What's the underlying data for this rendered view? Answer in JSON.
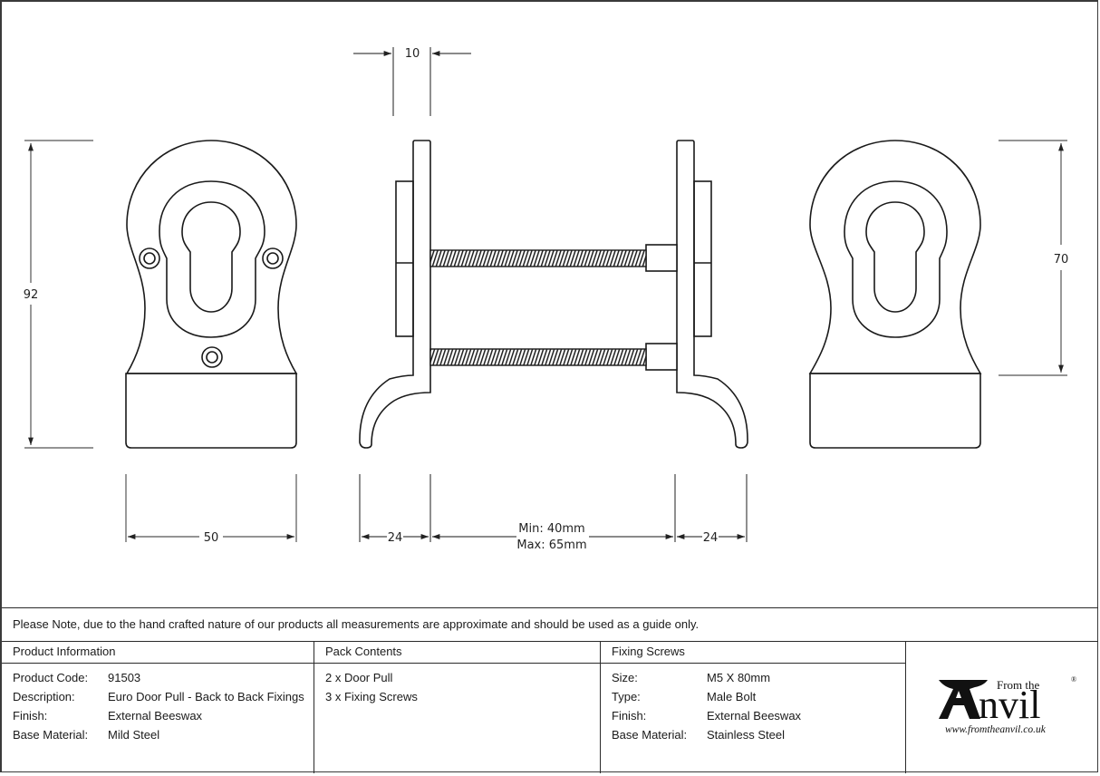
{
  "drawing": {
    "dimensions": {
      "plate_thickness": "10",
      "overall_height": "92",
      "backplate_height": "70",
      "plate_width": "50",
      "left_projection": "24",
      "right_projection": "24",
      "door_min": "Min: 40mm",
      "door_max": "Max: 65mm"
    },
    "views": [
      "front-view-with-fixings",
      "side-view-assembly",
      "rear-view"
    ]
  },
  "note": "Please Note, due to the hand crafted nature of our products all measurements are approximate and should be used as a guide only.",
  "product_information": {
    "heading": "Product Information",
    "rows": [
      {
        "label": "Product Code:",
        "value": "91503"
      },
      {
        "label": "Description:",
        "value": "Euro Door Pull - Back to Back Fixings"
      },
      {
        "label": "Finish:",
        "value": "External Beeswax"
      },
      {
        "label": "Base Material:",
        "value": "Mild Steel"
      }
    ]
  },
  "pack_contents": {
    "heading": "Pack Contents",
    "items": [
      "2 x Door Pull",
      "3 x Fixing Screws"
    ]
  },
  "fixing_screws": {
    "heading": "Fixing Screws",
    "rows": [
      {
        "label": "Size:",
        "value": "M5 X 80mm"
      },
      {
        "label": "Type:",
        "value": "Male Bolt"
      },
      {
        "label": "Finish:",
        "value": "External Beeswax"
      },
      {
        "label": "Base Material:",
        "value": "Stainless Steel"
      }
    ]
  },
  "logo": {
    "from_the": "From the",
    "brand": "Anvil",
    "brand_rest": "nvil",
    "brand_initial": "A",
    "registered": "®",
    "url": "www.fromtheanvil.co.uk"
  }
}
